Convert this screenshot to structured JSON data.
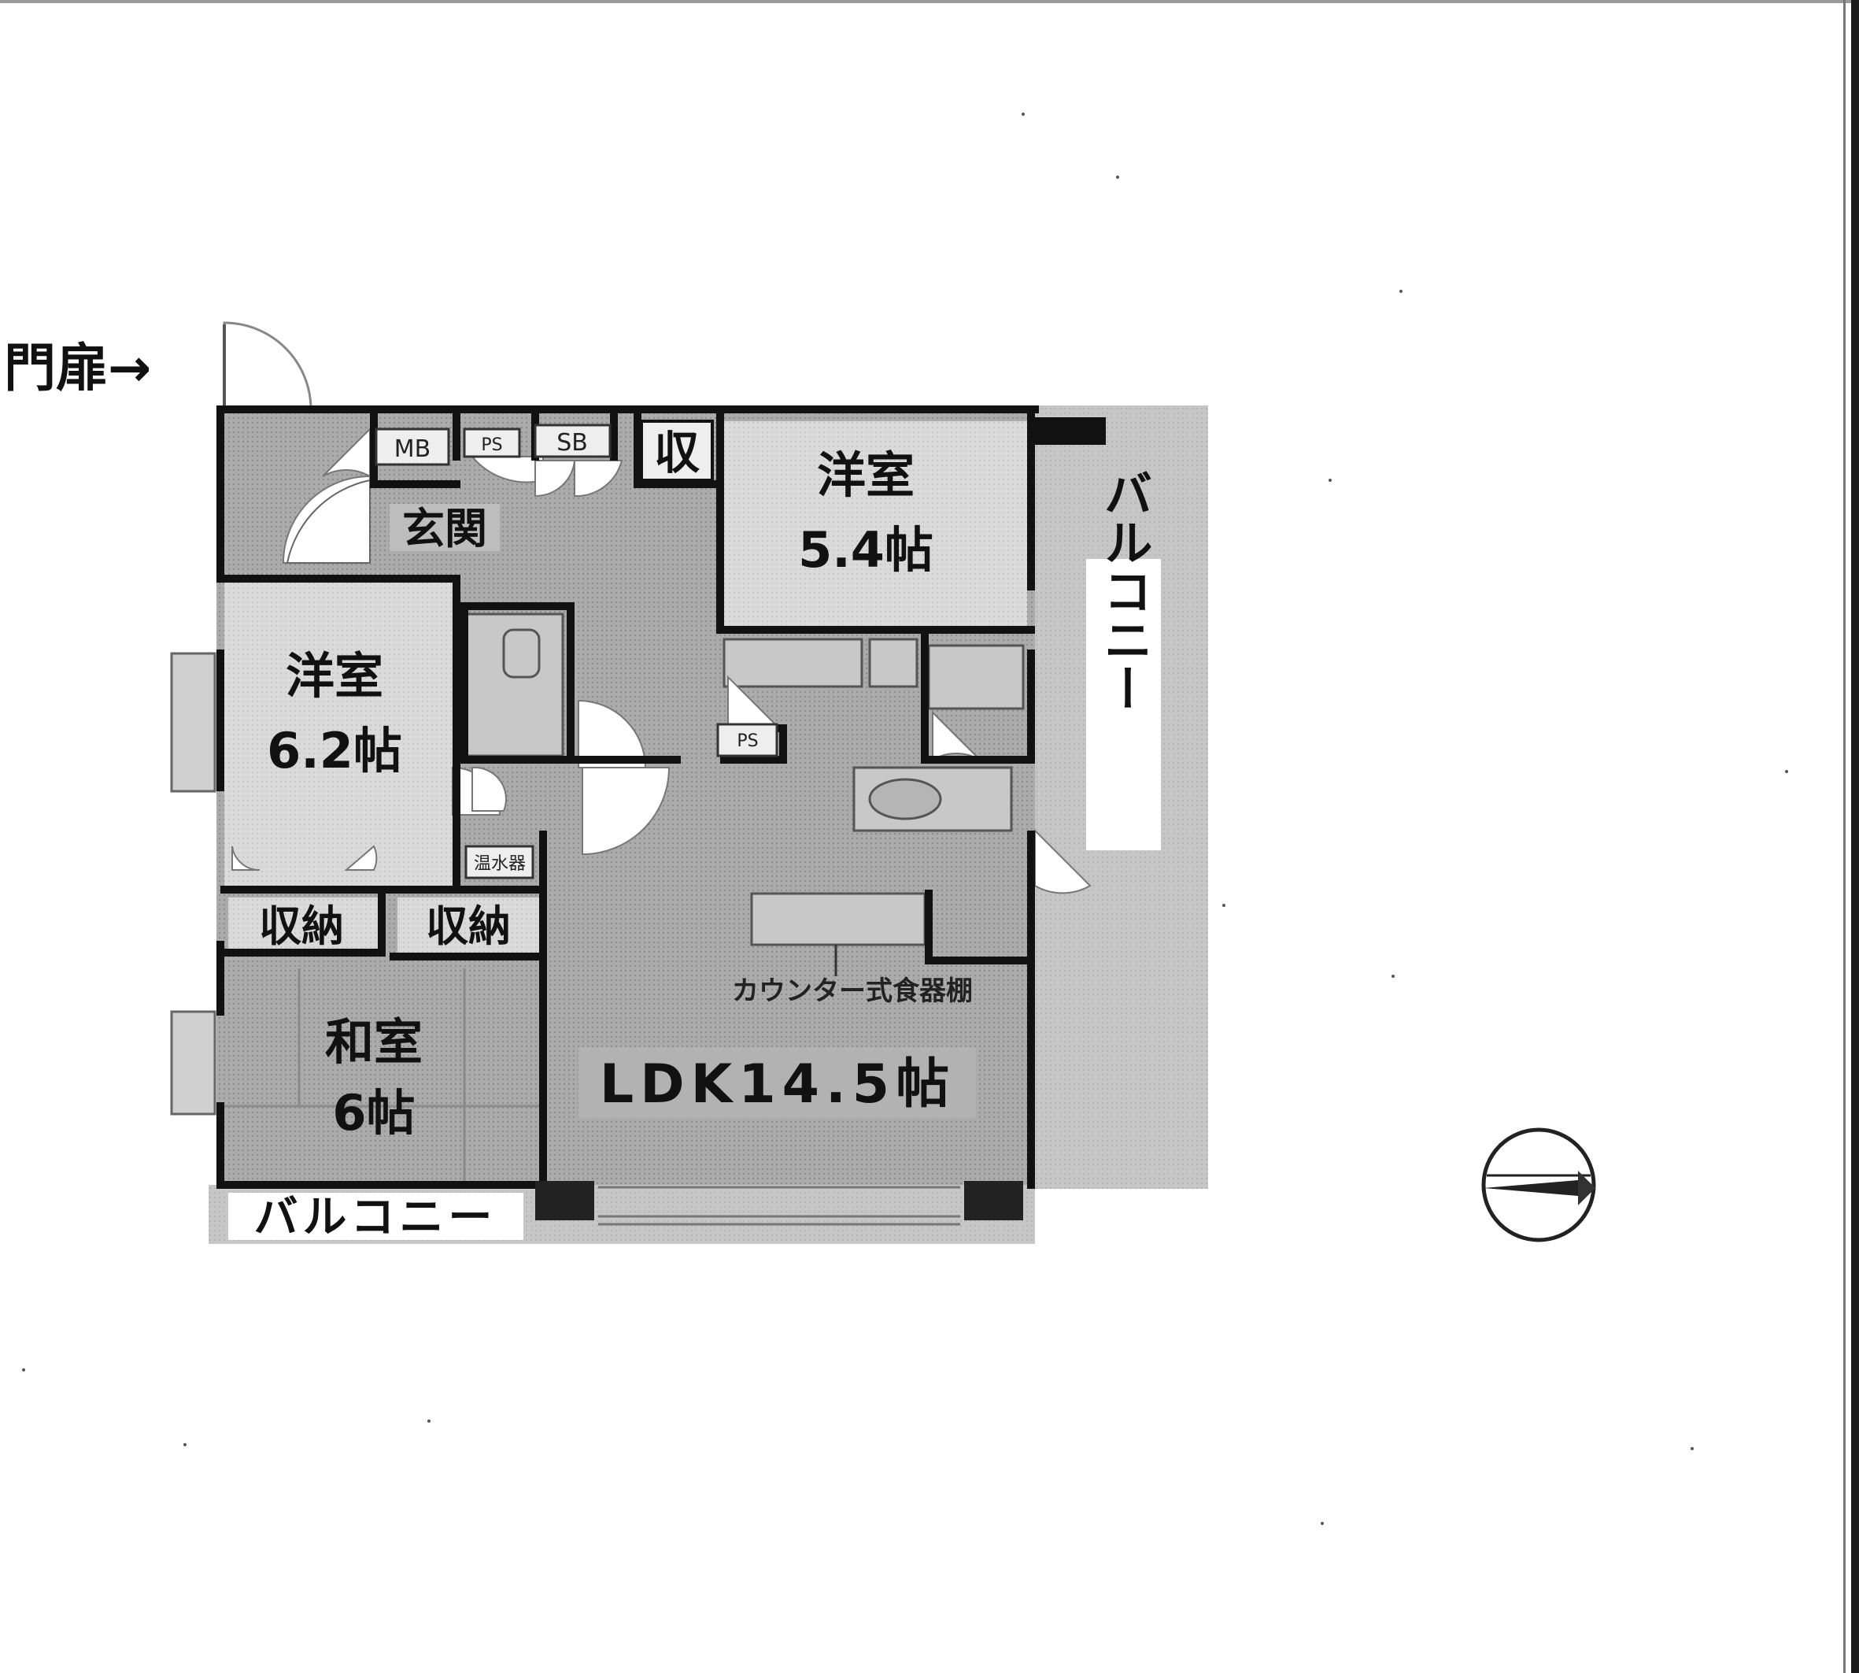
{
  "labels": {
    "gate_door": "門扉→",
    "mb": "MB",
    "ps_top": "PS",
    "sb": "SB",
    "storage_small": "収",
    "entrance": "玄関",
    "western_room_a_name": "洋室",
    "western_room_a_size": "5.4帖",
    "western_room_b_name": "洋室",
    "western_room_b_size": "6.2帖",
    "ps_kitchen": "PS",
    "water_heater": "温水器",
    "storage_1": "収納",
    "storage_2": "収納",
    "japanese_room_name": "和室",
    "japanese_room_size": "6帖",
    "ldk": "LDK14.5帖",
    "counter_cupboard": "カウンター式食器棚",
    "balcony_east": "バルコニー",
    "balcony_south": "バルコニー"
  },
  "colors": {
    "floor": "#a8a8a8",
    "room_light": "#d6d6d6",
    "wall": "#111111",
    "balcony": "#c4c4c4"
  },
  "icons": {
    "compass": "north-arrow-icon"
  }
}
